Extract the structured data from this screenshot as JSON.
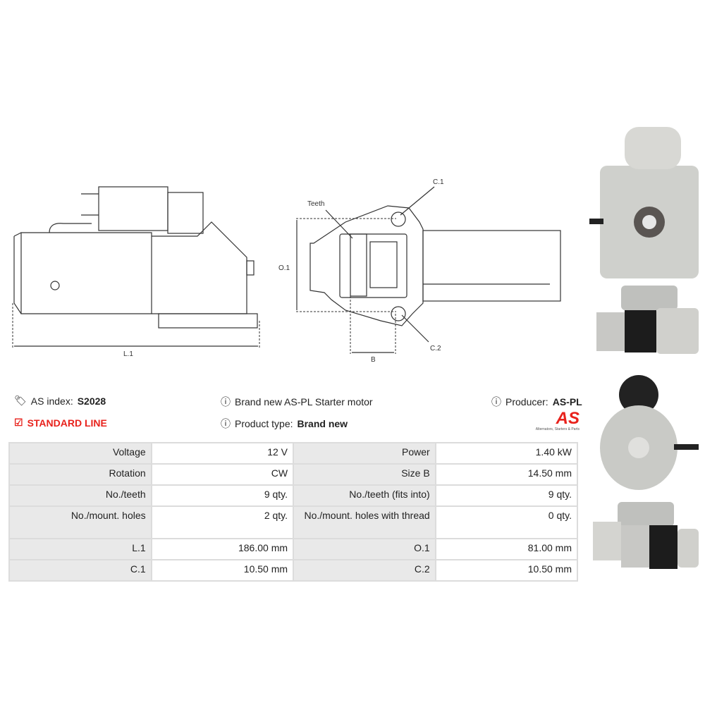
{
  "drawing_labels": {
    "l1": "L.1",
    "teeth": "Teeth",
    "c1": "C.1",
    "c2": "C.2",
    "o1": "O.1",
    "b": "B"
  },
  "info": {
    "as_index_label": "AS index:",
    "as_index_value": "S2028",
    "line": "STANDARD LINE",
    "description": "Brand new AS-PL Starter motor",
    "product_type_label": "Product type:",
    "product_type_value": "Brand new",
    "producer_label": "Producer:",
    "producer_value": "AS-PL",
    "logo_text": "AS",
    "logo_tagline": "Alternators, Starters & Parts"
  },
  "colors": {
    "accent": "#e8221c",
    "key_bg": "#e9e9e9",
    "border": "#dcdcdc"
  },
  "specs": [
    {
      "k1": "Voltage",
      "v1": "12 V",
      "k2": "Power",
      "v2": "1.40 kW"
    },
    {
      "k1": "Rotation",
      "v1": "CW",
      "k2": "Size B",
      "v2": "14.50 mm"
    },
    {
      "k1": "No./teeth",
      "v1": "9 qty.",
      "k2": "No./teeth (fits into)",
      "v2": "9 qty."
    },
    {
      "k1": "No./mount. holes",
      "v1": "2 qty.",
      "k2": "No./mount. holes with thread",
      "v2": "0 qty."
    },
    {
      "k1": "L.1",
      "v1": "186.00 mm",
      "k2": "O.1",
      "v2": "81.00 mm"
    },
    {
      "k1": "C.1",
      "v1": "10.50 mm",
      "k2": "C.2",
      "v2": "10.50 mm"
    }
  ]
}
